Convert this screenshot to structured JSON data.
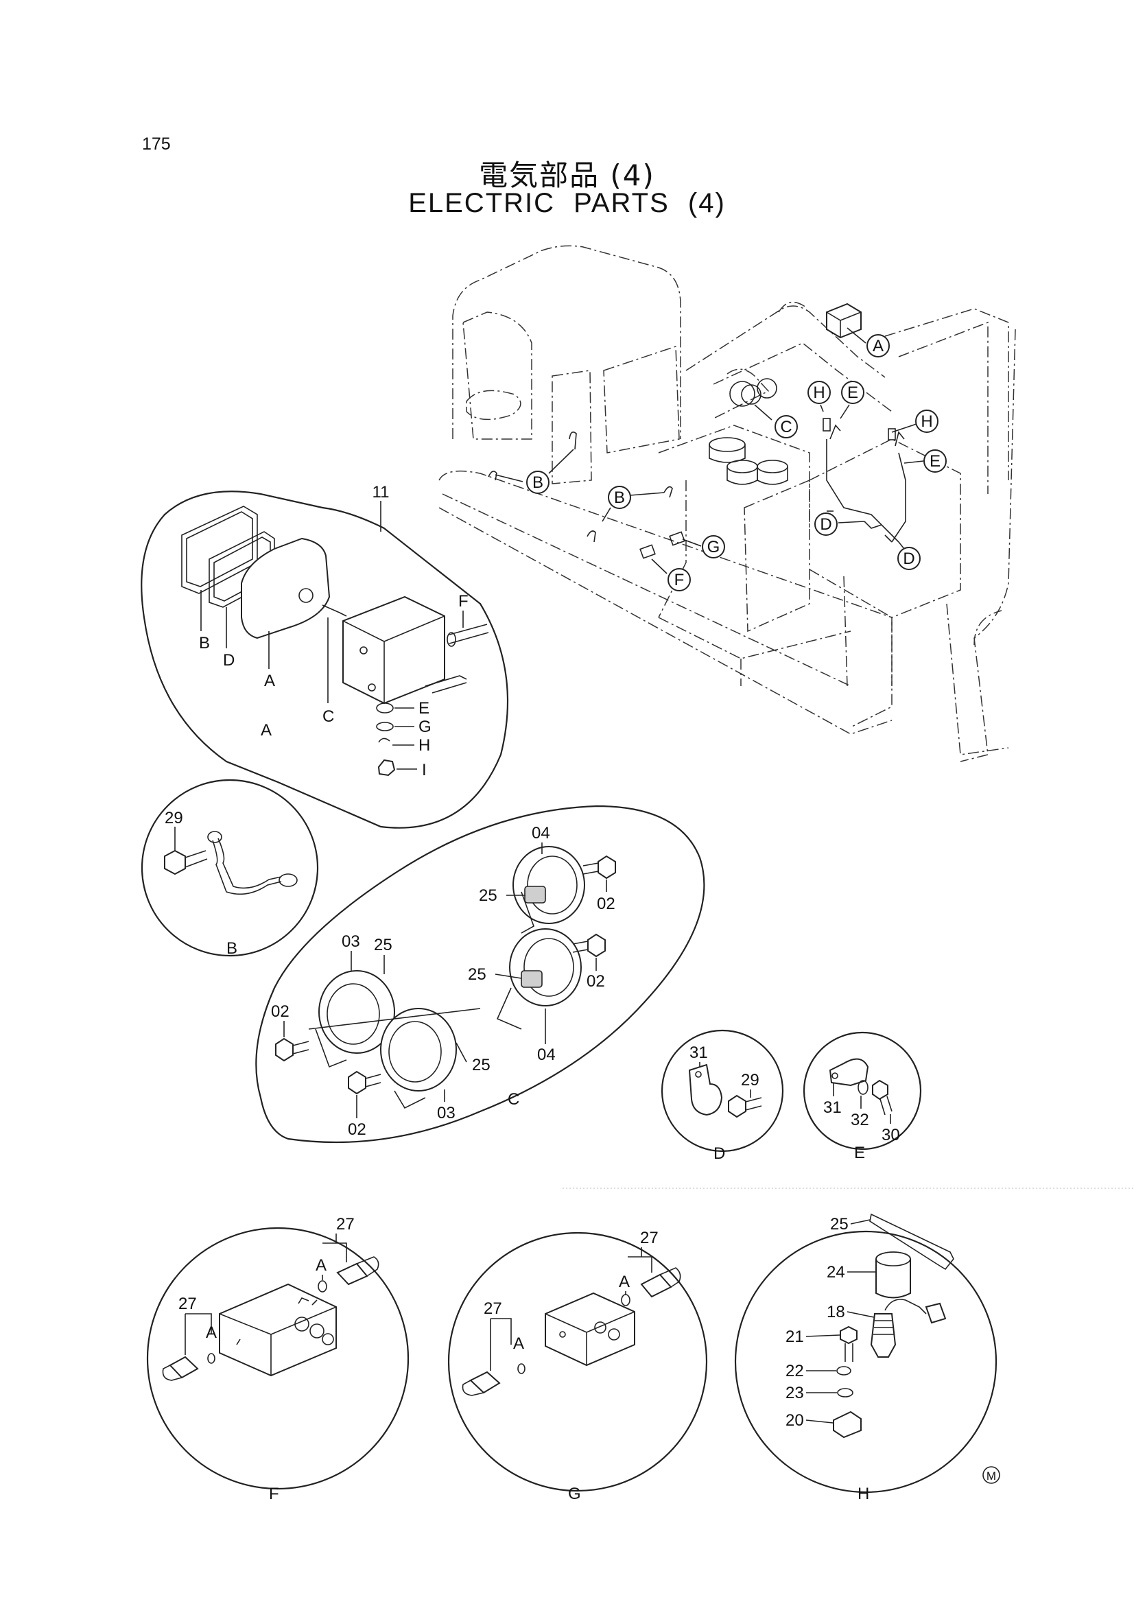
{
  "page_number": "175",
  "title_jp": "電気部品 (4)",
  "title_en": "ELECTRIC PARTS (4)",
  "mark": "M",
  "machine_callouts": [
    "A",
    "B",
    "B",
    "C",
    "D",
    "D",
    "E",
    "E",
    "F",
    "G",
    "H",
    "H"
  ],
  "detail_A": {
    "view": "A",
    "assembly": "11",
    "parts": [
      "A",
      "B",
      "C",
      "D",
      "E",
      "F",
      "G",
      "H",
      "I"
    ]
  },
  "detail_B": {
    "view": "B",
    "parts": [
      "29"
    ]
  },
  "detail_C": {
    "view": "C",
    "parts": [
      "02",
      "02",
      "02",
      "02",
      "03",
      "03",
      "04",
      "04",
      "25",
      "25",
      "25",
      "25"
    ]
  },
  "detail_D": {
    "view": "D",
    "parts": [
      "29",
      "31"
    ]
  },
  "detail_E": {
    "view": "E",
    "parts": [
      "30",
      "31",
      "32"
    ]
  },
  "detail_F": {
    "view": "F",
    "parts": [
      "27",
      "27",
      "A",
      "A"
    ]
  },
  "detail_G": {
    "view": "G",
    "parts": [
      "27",
      "27",
      "A",
      "A"
    ]
  },
  "detail_H": {
    "view": "H",
    "parts": [
      "18",
      "20",
      "21",
      "22",
      "23",
      "24",
      "25"
    ]
  }
}
